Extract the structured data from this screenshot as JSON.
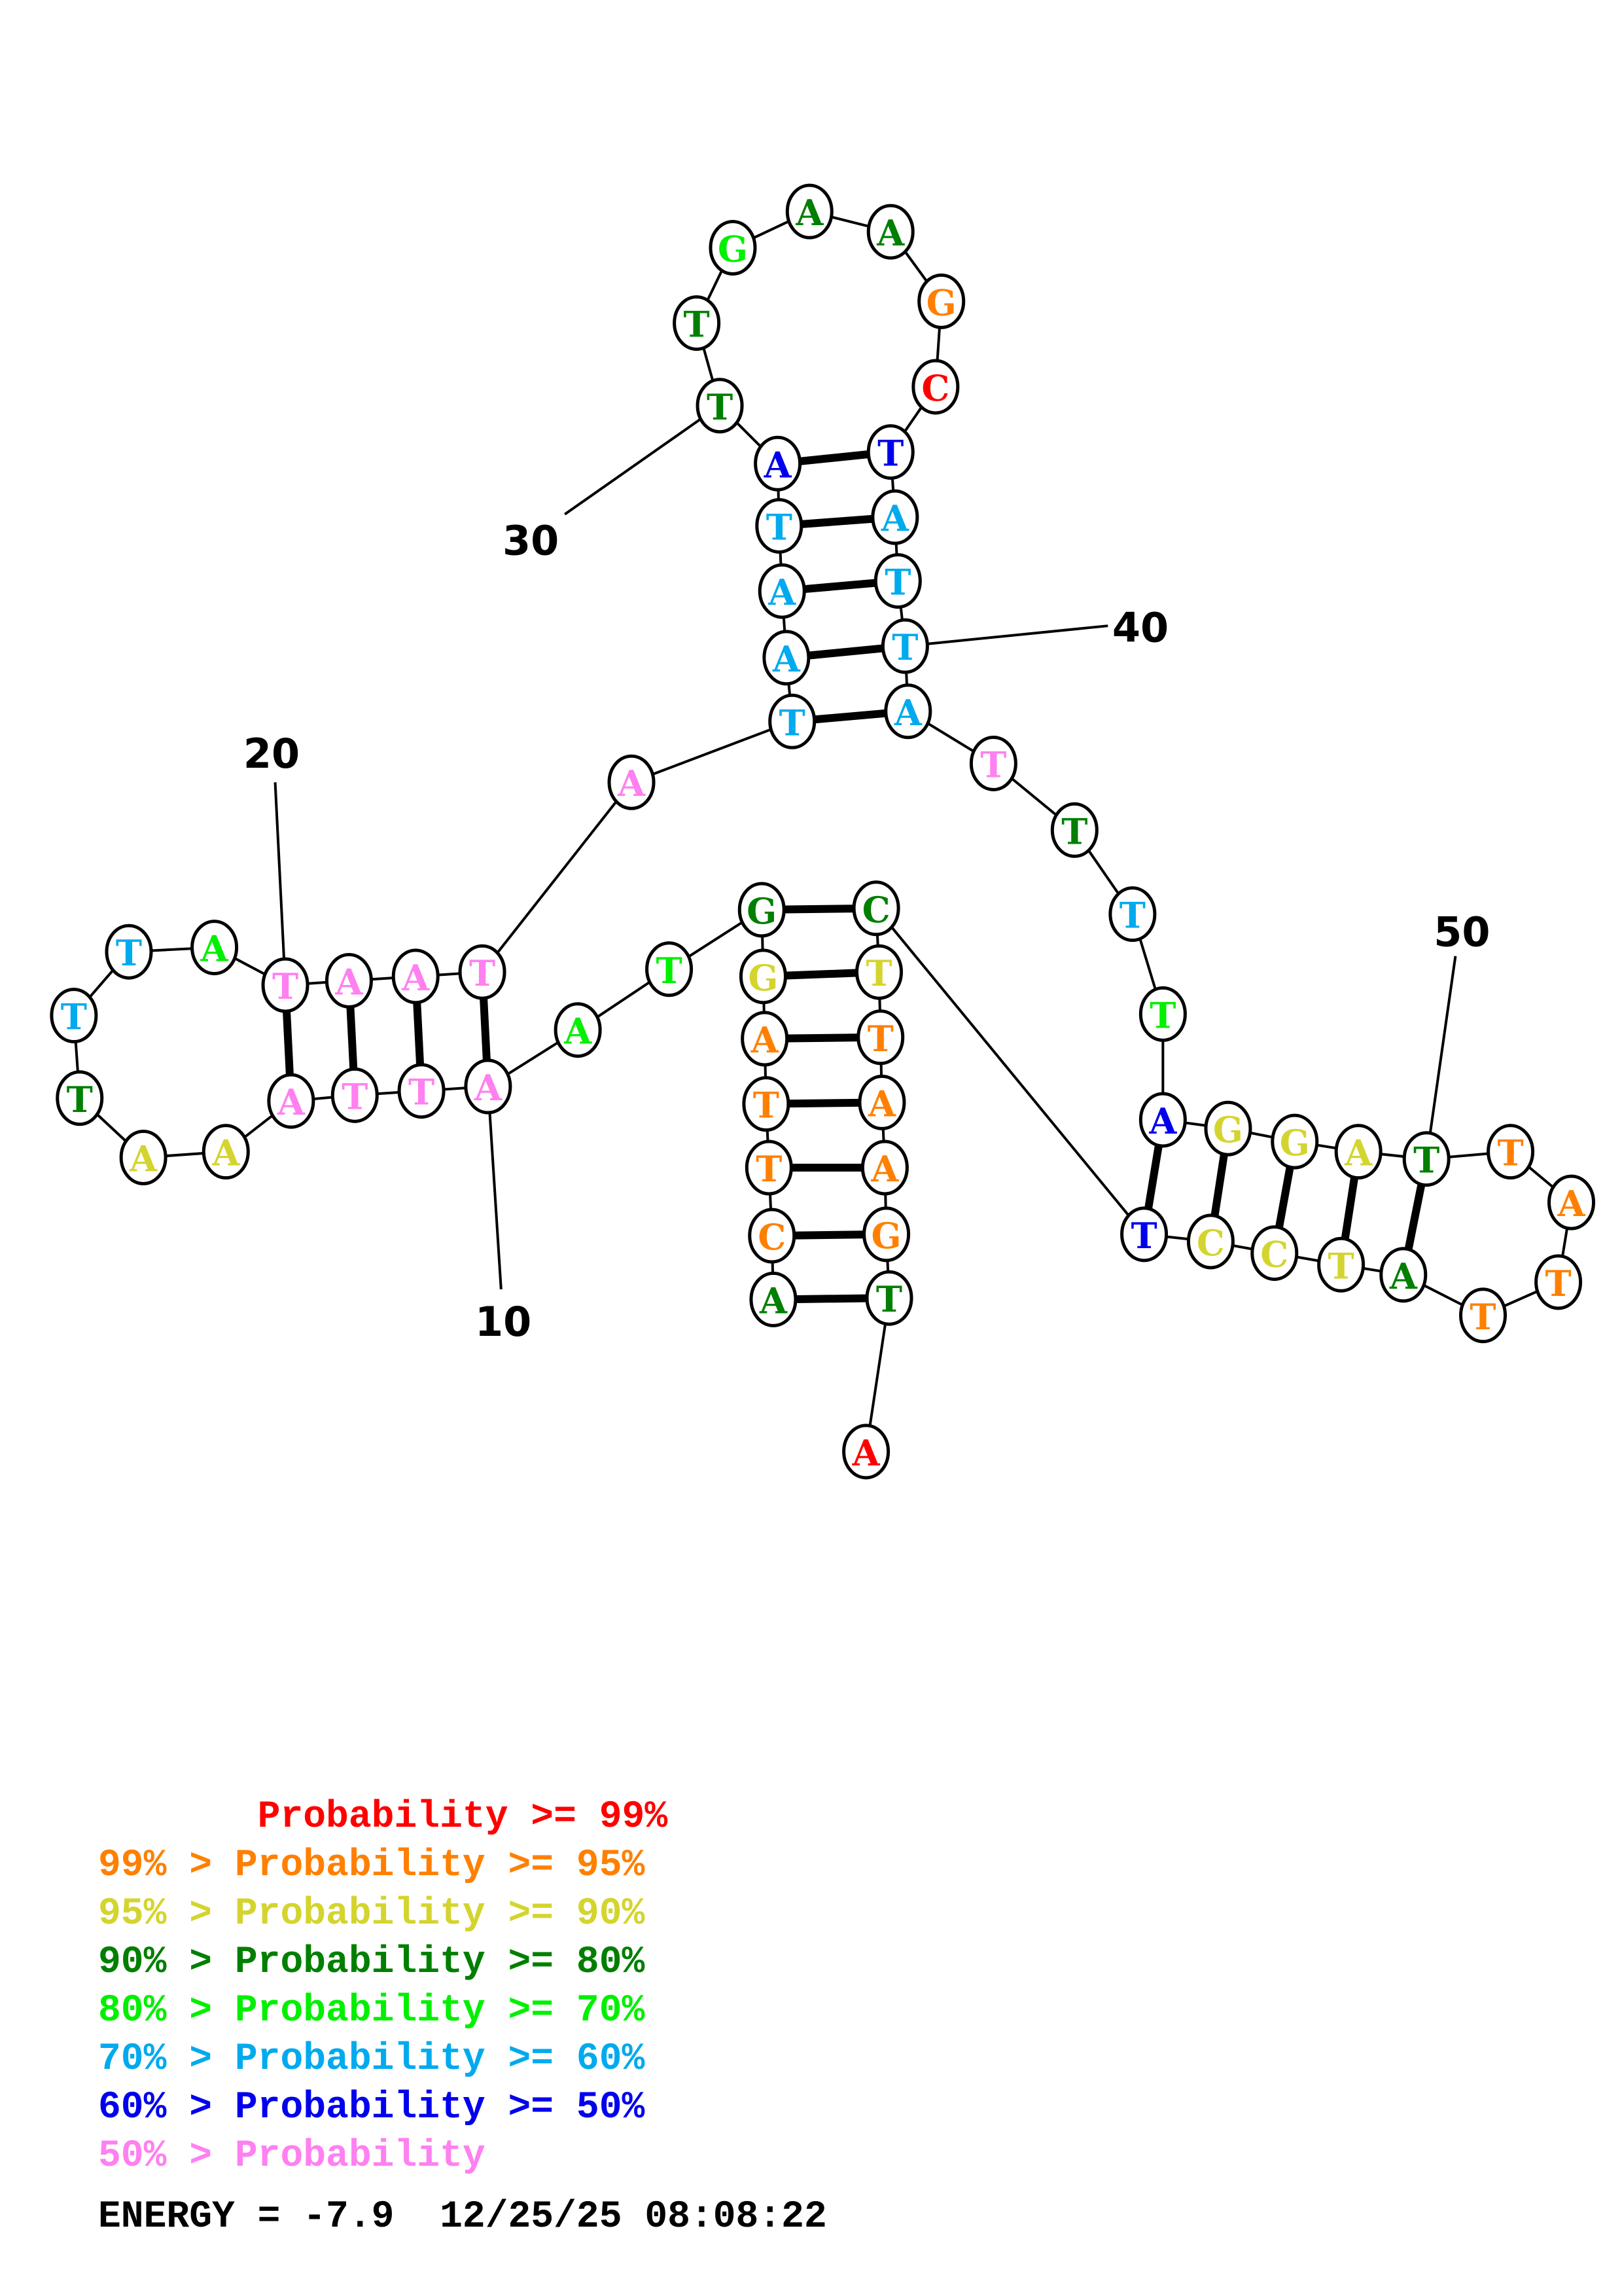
{
  "diagram": {
    "type": "rna-secondary-structure",
    "sequence": "ACTTAGGTAATTAAATTTATAATATAATATTGAAGCTATTATTTTAGGATTATTATCCTCTTAAGTA",
    "nucleotides": [
      {
        "n": 1,
        "base": "A",
        "prob_class": 3
      },
      {
        "n": 2,
        "base": "C",
        "prob_class": 1
      },
      {
        "n": 3,
        "base": "T",
        "prob_class": 1
      },
      {
        "n": 4,
        "base": "T",
        "prob_class": 1
      },
      {
        "n": 5,
        "base": "A",
        "prob_class": 1
      },
      {
        "n": 6,
        "base": "G",
        "prob_class": 2
      },
      {
        "n": 7,
        "base": "G",
        "prob_class": 3
      },
      {
        "n": 8,
        "base": "T",
        "prob_class": 4
      },
      {
        "n": 9,
        "base": "A",
        "prob_class": 4
      },
      {
        "n": 10,
        "base": "A",
        "prob_class": 7
      },
      {
        "n": 11,
        "base": "T",
        "prob_class": 7
      },
      {
        "n": 12,
        "base": "T",
        "prob_class": 7
      },
      {
        "n": 13,
        "base": "A",
        "prob_class": 7
      },
      {
        "n": 14,
        "base": "A",
        "prob_class": 2
      },
      {
        "n": 15,
        "base": "A",
        "prob_class": 2
      },
      {
        "n": 16,
        "base": "T",
        "prob_class": 3
      },
      {
        "n": 17,
        "base": "T",
        "prob_class": 5
      },
      {
        "n": 18,
        "base": "T",
        "prob_class": 5
      },
      {
        "n": 19,
        "base": "A",
        "prob_class": 4
      },
      {
        "n": 20,
        "base": "T",
        "prob_class": 7
      },
      {
        "n": 21,
        "base": "A",
        "prob_class": 7
      },
      {
        "n": 22,
        "base": "A",
        "prob_class": 7
      },
      {
        "n": 23,
        "base": "T",
        "prob_class": 7
      },
      {
        "n": 24,
        "base": "A",
        "prob_class": 7
      },
      {
        "n": 25,
        "base": "T",
        "prob_class": 5
      },
      {
        "n": 26,
        "base": "A",
        "prob_class": 5
      },
      {
        "n": 27,
        "base": "A",
        "prob_class": 5
      },
      {
        "n": 28,
        "base": "T",
        "prob_class": 5
      },
      {
        "n": 29,
        "base": "A",
        "prob_class": 6
      },
      {
        "n": 30,
        "base": "T",
        "prob_class": 3
      },
      {
        "n": 31,
        "base": "T",
        "prob_class": 3
      },
      {
        "n": 32,
        "base": "G",
        "prob_class": 4
      },
      {
        "n": 33,
        "base": "A",
        "prob_class": 3
      },
      {
        "n": 34,
        "base": "A",
        "prob_class": 3
      },
      {
        "n": 35,
        "base": "G",
        "prob_class": 1
      },
      {
        "n": 36,
        "base": "C",
        "prob_class": 0
      },
      {
        "n": 37,
        "base": "T",
        "prob_class": 6
      },
      {
        "n": 38,
        "base": "A",
        "prob_class": 5
      },
      {
        "n": 39,
        "base": "T",
        "prob_class": 5
      },
      {
        "n": 40,
        "base": "T",
        "prob_class": 5
      },
      {
        "n": 41,
        "base": "A",
        "prob_class": 5
      },
      {
        "n": 42,
        "base": "T",
        "prob_class": 7
      },
      {
        "n": 43,
        "base": "T",
        "prob_class": 3
      },
      {
        "n": 44,
        "base": "T",
        "prob_class": 5
      },
      {
        "n": 45,
        "base": "T",
        "prob_class": 4
      },
      {
        "n": 46,
        "base": "A",
        "prob_class": 6
      },
      {
        "n": 47,
        "base": "G",
        "prob_class": 2
      },
      {
        "n": 48,
        "base": "G",
        "prob_class": 2
      },
      {
        "n": 49,
        "base": "A",
        "prob_class": 2
      },
      {
        "n": 50,
        "base": "T",
        "prob_class": 3
      },
      {
        "n": 51,
        "base": "T",
        "prob_class": 1
      },
      {
        "n": 52,
        "base": "A",
        "prob_class": 1
      },
      {
        "n": 53,
        "base": "T",
        "prob_class": 1
      },
      {
        "n": 54,
        "base": "T",
        "prob_class": 1
      },
      {
        "n": 55,
        "base": "A",
        "prob_class": 3
      },
      {
        "n": 56,
        "base": "T",
        "prob_class": 2
      },
      {
        "n": 57,
        "base": "C",
        "prob_class": 2
      },
      {
        "n": 58,
        "base": "C",
        "prob_class": 2
      },
      {
        "n": 59,
        "base": "T",
        "prob_class": 6
      },
      {
        "n": 60,
        "base": "C",
        "prob_class": 3
      },
      {
        "n": 61,
        "base": "T",
        "prob_class": 2
      },
      {
        "n": 62,
        "base": "T",
        "prob_class": 1
      },
      {
        "n": 63,
        "base": "A",
        "prob_class": 1
      },
      {
        "n": 64,
        "base": "A",
        "prob_class": 1
      },
      {
        "n": 65,
        "base": "G",
        "prob_class": 1
      },
      {
        "n": 66,
        "base": "T",
        "prob_class": 3
      },
      {
        "n": 67,
        "base": "A",
        "prob_class": 0
      }
    ],
    "pairs": [
      [
        1,
        66
      ],
      [
        2,
        65
      ],
      [
        3,
        64
      ],
      [
        4,
        63
      ],
      [
        5,
        62
      ],
      [
        6,
        61
      ],
      [
        7,
        60
      ],
      [
        10,
        23
      ],
      [
        11,
        22
      ],
      [
        12,
        21
      ],
      [
        13,
        20
      ],
      [
        25,
        41
      ],
      [
        26,
        40
      ],
      [
        27,
        39
      ],
      [
        28,
        38
      ],
      [
        29,
        37
      ],
      [
        46,
        59
      ],
      [
        47,
        58
      ],
      [
        48,
        57
      ],
      [
        49,
        56
      ],
      [
        50,
        55
      ]
    ],
    "position_labels": [
      {
        "n": 10,
        "label": "10"
      },
      {
        "n": 20,
        "label": "20"
      },
      {
        "n": 30,
        "label": "30"
      },
      {
        "n": 40,
        "label": "40"
      },
      {
        "n": 50,
        "label": "50"
      }
    ]
  },
  "legend": {
    "rows": [
      {
        "text": "       Probability >= 99%",
        "color": "#ff0000"
      },
      {
        "text": "99% > Probability >= 95%",
        "color": "#ff8000"
      },
      {
        "text": "95% > Probability >= 90%",
        "color": "#d4d42f"
      },
      {
        "text": "90% > Probability >= 80%",
        "color": "#007f00"
      },
      {
        "text": "80% > Probability >= 70%",
        "color": "#00f000"
      },
      {
        "text": "70% > Probability >= 60%",
        "color": "#00aaee"
      },
      {
        "text": "60% > Probability >= 50%",
        "color": "#0000ee"
      },
      {
        "text": "50% > Probability",
        "color": "#ff80f0"
      }
    ]
  },
  "footer": {
    "energy_text": "ENERGY = -7.9  12/25/25 08:08:22",
    "energy_value": -7.9,
    "date": "12/25/25",
    "time": "08:08:22"
  }
}
